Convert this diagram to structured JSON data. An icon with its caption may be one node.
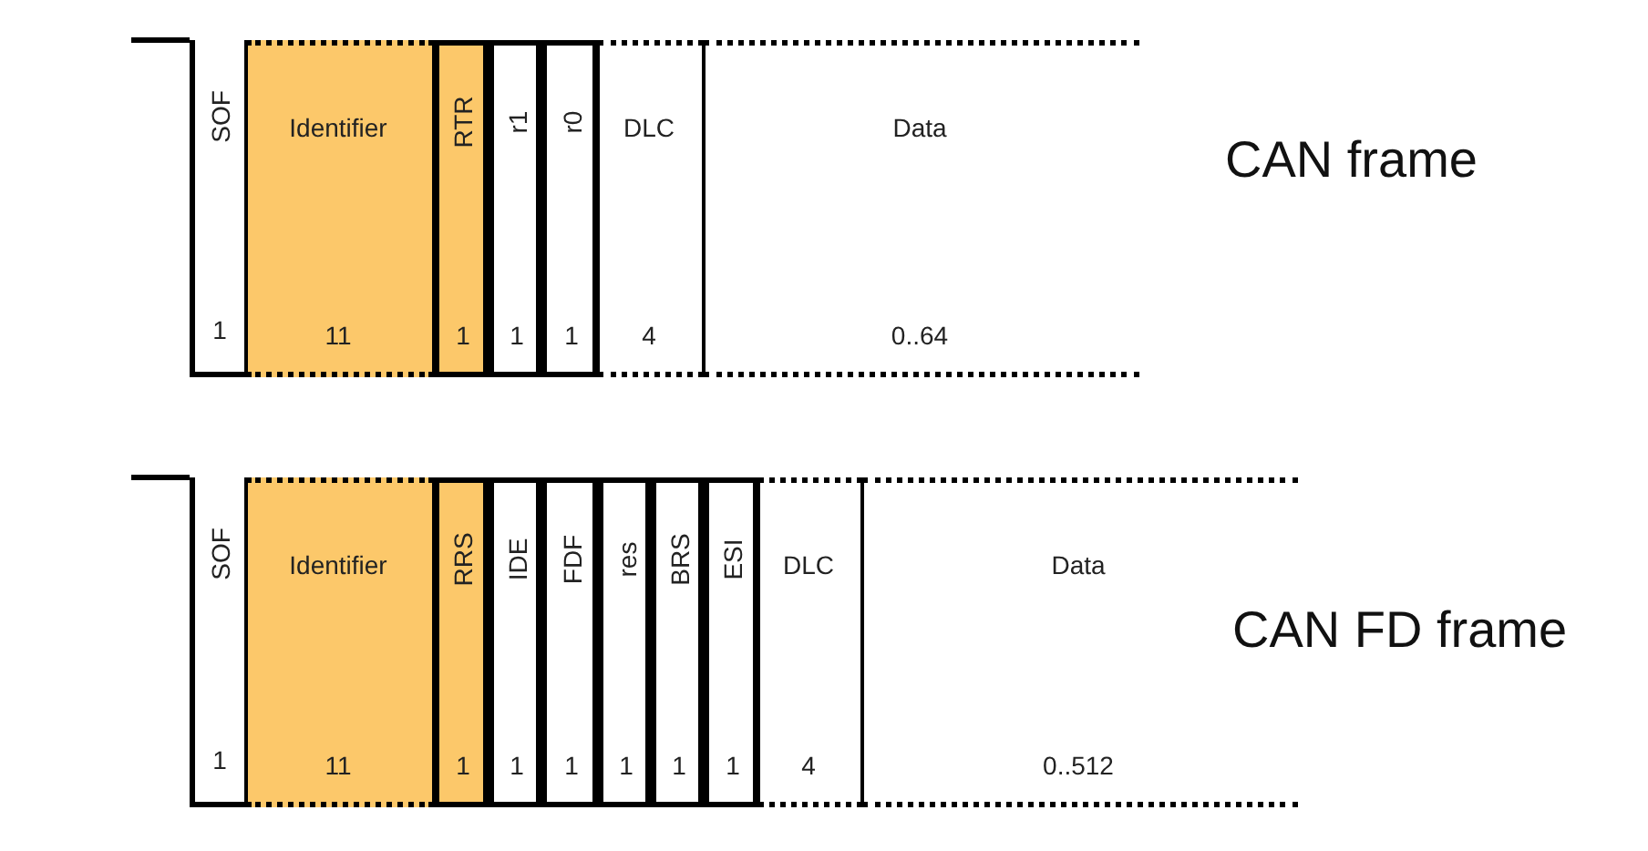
{
  "diagram": {
    "nodes": [
      {
        "text": [
          "SOF",
          "1"
        ]
      },
      {
        "text": [
          "Identifier",
          "11"
        ]
      },
      {
        "text": [
          "RTR",
          "1"
        ]
      },
      {
        "text": [
          "r1",
          "1"
        ]
      },
      {
        "text": [
          "r0",
          "1"
        ]
      },
      {
        "text": [
          "DLC",
          "4"
        ]
      },
      {
        "text": [
          "Data",
          "0..64"
        ]
      },
      {
        "text": [
          "SOF",
          "1"
        ]
      },
      {
        "text": [
          "Identifier",
          "11"
        ]
      },
      {
        "text": [
          "RRS",
          "1"
        ]
      },
      {
        "text": [
          "IDE",
          "1"
        ]
      },
      {
        "text": [
          "FDF",
          "1"
        ]
      },
      {
        "text": [
          "res",
          "1"
        ]
      },
      {
        "text": [
          "BRS",
          "1"
        ]
      },
      {
        "text": [
          "ESI",
          "1"
        ]
      },
      {
        "text": [
          "DLC",
          "4"
        ]
      },
      {
        "text": [
          "Data",
          "0..512"
        ]
      }
    ],
    "labels": [
      "CAN frame",
      "CAN FD frame"
    ]
  }
}
